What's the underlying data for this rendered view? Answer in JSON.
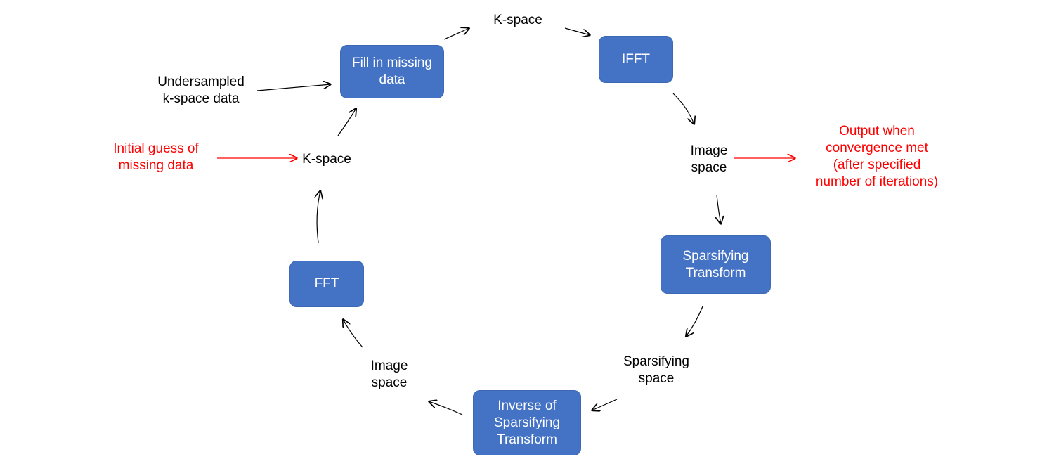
{
  "colors": {
    "box_fill": "#4472c4",
    "box_text": "#ffffff",
    "text": "#000000",
    "highlight_text": "#ff0000",
    "highlight_arrow": "#ff0000"
  },
  "boxes": {
    "fill_missing": "Fill in missing\ndata",
    "ifft": "IFFT",
    "sparsifying_transform": "Sparsifying\nTransform",
    "inverse_transform": "Inverse of\nSparsifying\nTransform",
    "fft": "FFT"
  },
  "labels": {
    "kspace_top": "K-space",
    "image_space_right": "Image\nspace",
    "sparsifying_space": "Sparsifying\nspace",
    "image_space_left": "Image\nspace",
    "kspace_left": "K-space",
    "undersampled": "Undersampled\nk-space data",
    "initial_guess": "Initial guess of\nmissing data",
    "output": "Output when\nconvergence met\n(after specified\nnumber of iterations)"
  }
}
